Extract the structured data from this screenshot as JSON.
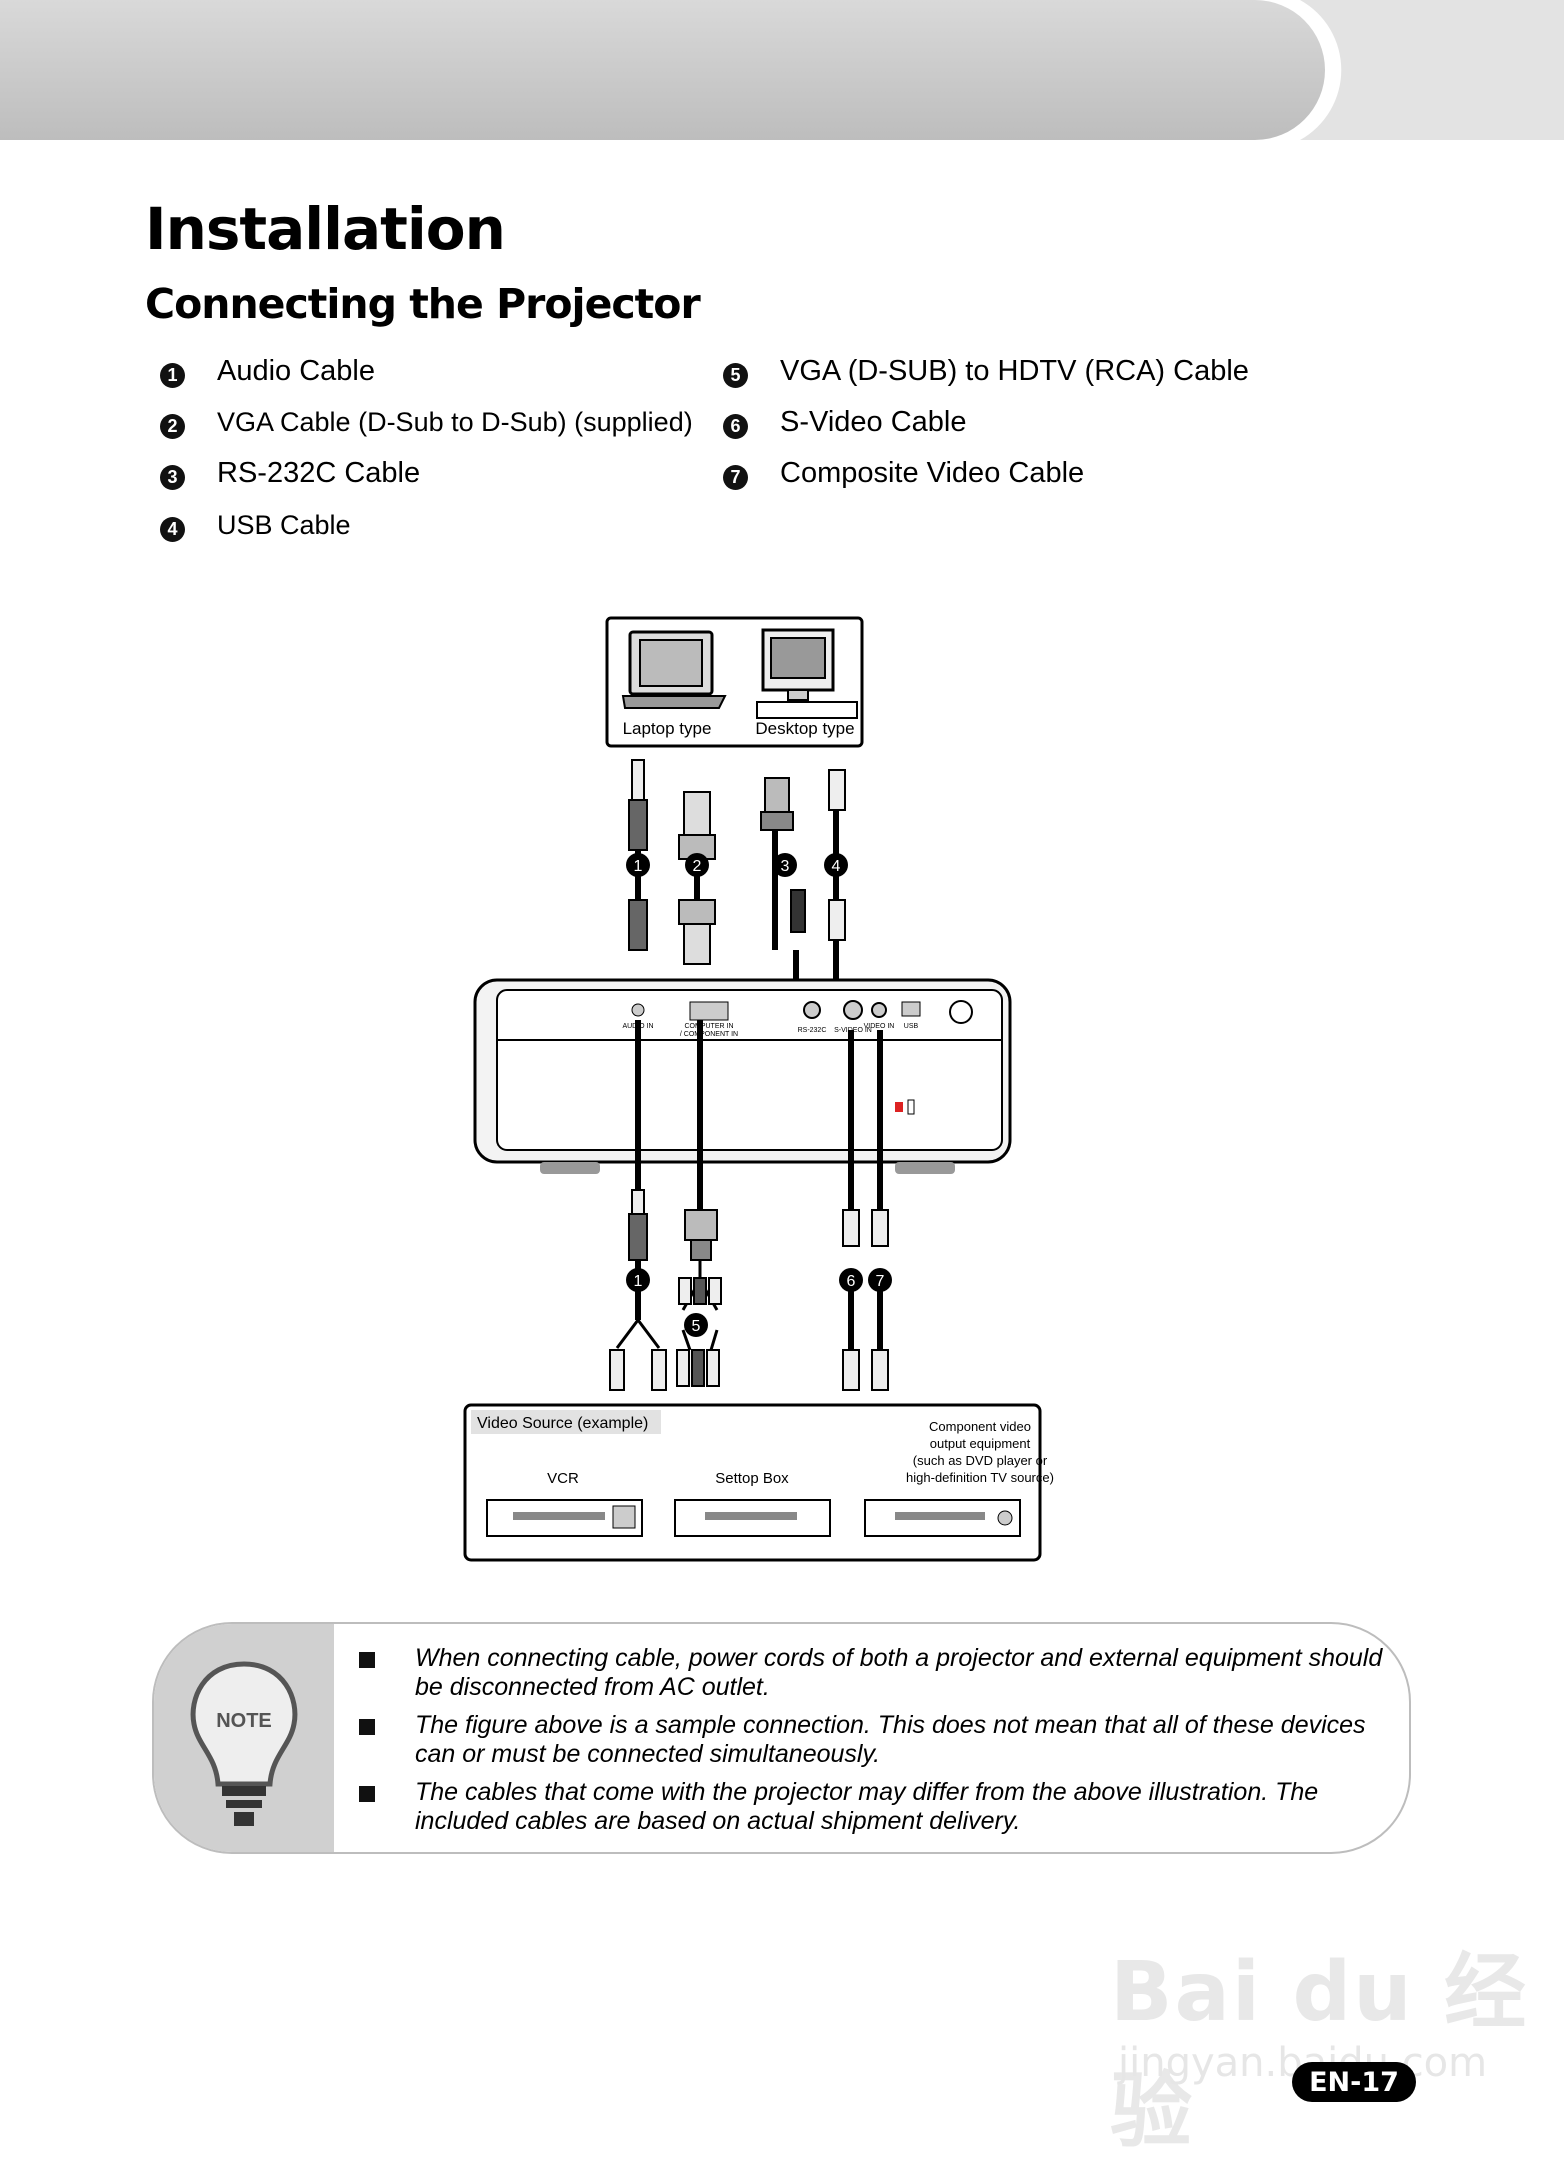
{
  "title": "Installation",
  "subtitle": "Connecting the Projector",
  "cables": [
    {
      "num": "1",
      "label": "Audio Cable"
    },
    {
      "num": "2",
      "label": "VGA Cable (D-Sub to D-Sub) (supplied)"
    },
    {
      "num": "3",
      "label": "RS-232C Cable"
    },
    {
      "num": "4",
      "label": "USB Cable"
    },
    {
      "num": "5",
      "label": "VGA (D-SUB) to HDTV (RCA) Cable"
    },
    {
      "num": "6",
      "label": "S-Video Cable"
    },
    {
      "num": "7",
      "label": "Composite Video Cable"
    }
  ],
  "diagram": {
    "laptop_label": "Laptop type",
    "desktop_label": "Desktop type",
    "ports": {
      "audio_in": "AUDIO IN",
      "computer_in": "COMPUTER IN",
      "component_in": "/ COMPONENT IN",
      "rs232c": "RS-232C",
      "svideo_in": "S-VIDEO IN",
      "video_in": "VIDEO IN",
      "usb": "USB"
    },
    "source_title": "Video Source (example)",
    "vcr_label": "VCR",
    "settop_label": "Settop Box",
    "component_label": [
      "Component video",
      "output equipment",
      "(such as DVD player or",
      "high-definition TV source)"
    ]
  },
  "note": {
    "icon_label": "NOTE",
    "lines": [
      [
        "When connecting cable, power cords of both a projector and external equipment should",
        "be disconnected from AC outlet."
      ],
      [
        "The figure above is a sample connection. This does not mean that all of these devices",
        "can or must be connected simultaneously."
      ],
      [
        "The cables that come with the projector may differ from the above illustration. The",
        "included cables are based on actual shipment delivery."
      ]
    ]
  },
  "page_number": "EN-17",
  "watermark": {
    "main": "Bai du 经验",
    "sub": "jingyan.baidu.com"
  }
}
